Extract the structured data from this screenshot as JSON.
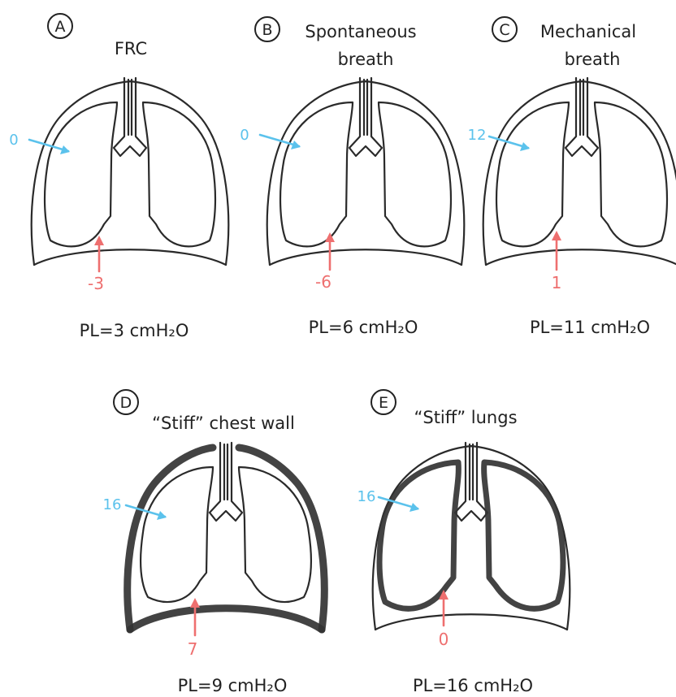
{
  "panels": [
    {
      "letter": "A",
      "title": [
        "FRC"
      ],
      "alveolar_pressure": "0",
      "pleural_pressure": "-3",
      "pl_text": "PL=3 cmH₂O"
    },
    {
      "letter": "B",
      "title": [
        "Spontaneous",
        "breath"
      ],
      "alveolar_pressure": "0",
      "pleural_pressure": "-6",
      "pl_text": "PL=6 cmH₂O"
    },
    {
      "letter": "C",
      "title": [
        "Mechanical",
        "breath"
      ],
      "alveolar_pressure": "12",
      "pleural_pressure": "1",
      "pl_text": "PL=11 cmH₂O"
    },
    {
      "letter": "D",
      "title": [
        "“Stiff” chest wall"
      ],
      "alveolar_pressure": "16",
      "pleural_pressure": "7",
      "pl_text": "PL=9 cmH₂O"
    },
    {
      "letter": "E",
      "title": [
        "“Stiff” lungs"
      ],
      "alveolar_pressure": "16",
      "pleural_pressure": "0",
      "pl_text": "PL=16 cmH₂O"
    }
  ],
  "colors": {
    "alveolar_arrow": "#5bc2ec",
    "pleural_arrow": "#ee6f6f",
    "outline": "#2a2a2a"
  }
}
